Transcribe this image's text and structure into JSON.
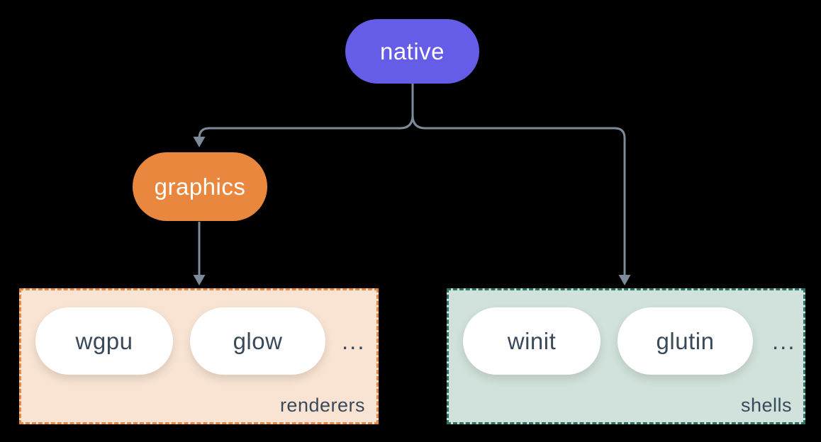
{
  "diagram": {
    "nodes": {
      "native": {
        "label": "native"
      },
      "graphics": {
        "label": "graphics"
      }
    },
    "groups": {
      "renderers": {
        "label": "renderers",
        "pills": [
          "wgpu",
          "glow"
        ],
        "ellipsis": "..."
      },
      "shells": {
        "label": "shells",
        "pills": [
          "winit",
          "glutin"
        ],
        "ellipsis": "..."
      }
    },
    "colors": {
      "background": "#000000",
      "native_fill": "#655CE7",
      "graphics_fill": "#E8873D",
      "renderers_fill": "#F9E4D3",
      "renderers_border": "#E8873D",
      "shells_fill": "#D0E2DB",
      "shells_border": "#2D7366",
      "connector": "#7D8A99",
      "node_text": "#FFFFFF",
      "pill_text": "#39495A"
    }
  }
}
